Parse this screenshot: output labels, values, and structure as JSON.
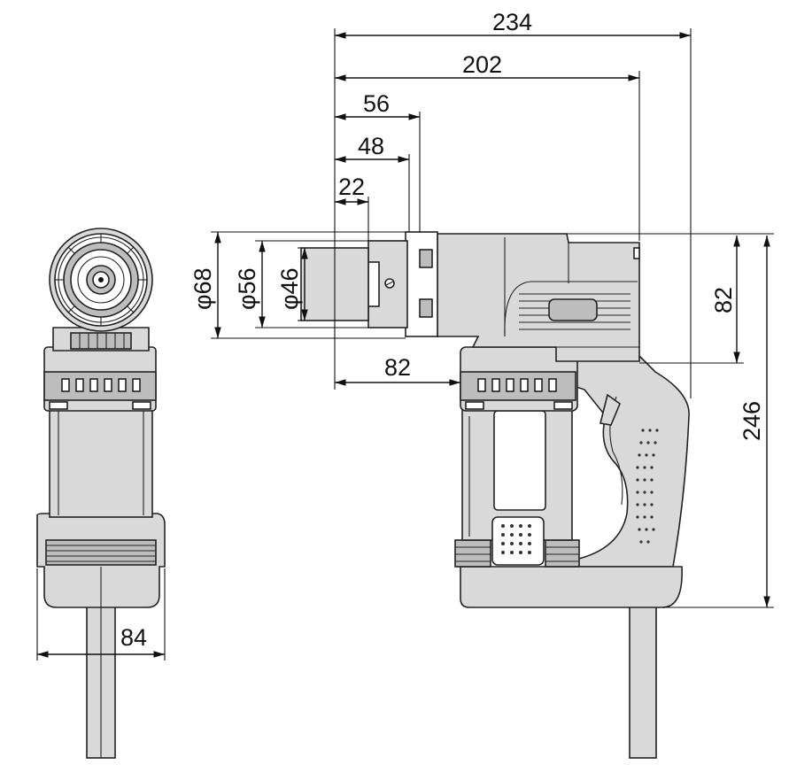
{
  "dimensions": {
    "overall_length": "234",
    "body_length": "202",
    "socket_56": "56",
    "socket_48": "48",
    "socket_22": "22",
    "dia_68": "φ68",
    "dia_56": "φ56",
    "dia_46": "φ46",
    "height_82_right": "82",
    "overall_height": "246",
    "offset_82": "82",
    "width_84": "84"
  },
  "colors": {
    "line": "#111111",
    "body": "#d9d9d9",
    "shade": "#bdbdbd",
    "background": "#ffffff"
  }
}
